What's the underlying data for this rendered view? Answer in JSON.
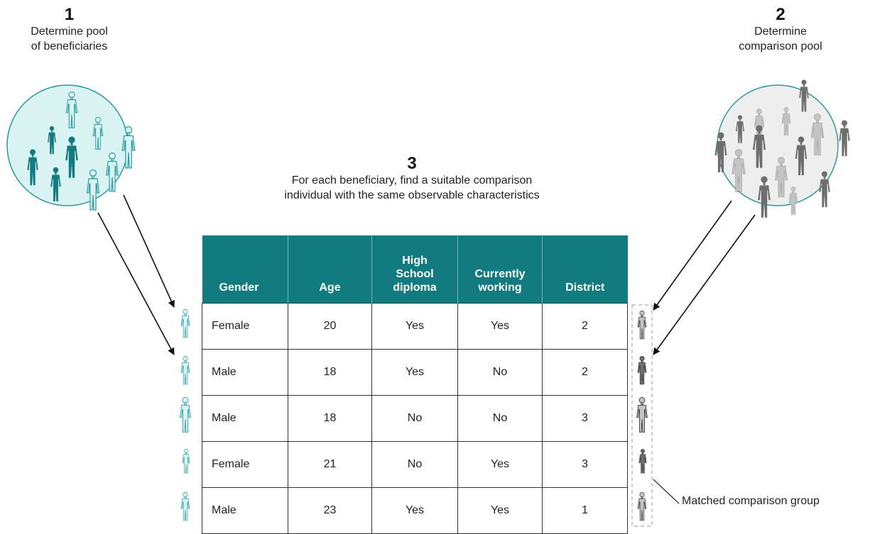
{
  "steps": {
    "step1": {
      "number": "1",
      "label_line1": "Determine pool",
      "label_line2": "of beneficiaries"
    },
    "step2": {
      "number": "2",
      "label_line1": "Determine",
      "label_line2": "comparison pool"
    },
    "step3": {
      "number": "3",
      "label_line1": "For each beneficiary, find a suitable comparison",
      "label_line2": "individual with the same observable characteristics"
    }
  },
  "table": {
    "headers": {
      "gender": "Gender",
      "age": "Age",
      "hs_line1": "High",
      "hs_line2": "School",
      "hs_line3": "diploma",
      "cw_line1": "Currently",
      "cw_line2": "working",
      "district": "District"
    },
    "rows": [
      {
        "gender": "Female",
        "age": "20",
        "hs": "Yes",
        "cw": "Yes",
        "district": "2"
      },
      {
        "gender": "Male",
        "age": "18",
        "hs": "Yes",
        "cw": "No",
        "district": "2"
      },
      {
        "gender": "Male",
        "age": "18",
        "hs": "No",
        "cw": "No",
        "district": "3"
      },
      {
        "gender": "Female",
        "age": "21",
        "hs": "No",
        "cw": "Yes",
        "district": "3"
      },
      {
        "gender": "Male",
        "age": "23",
        "hs": "Yes",
        "cw": "Yes",
        "district": "1"
      }
    ]
  },
  "callout": {
    "label": "Matched comparison group"
  },
  "colors": {
    "teal": "#117b80",
    "teal_outline": "#2b9a9f",
    "pool1_fill": "#d9f2f2",
    "pool2_fill": "#eeeeee",
    "gray_dark": "#6e6e6e",
    "gray_light": "#c4c4c4"
  }
}
